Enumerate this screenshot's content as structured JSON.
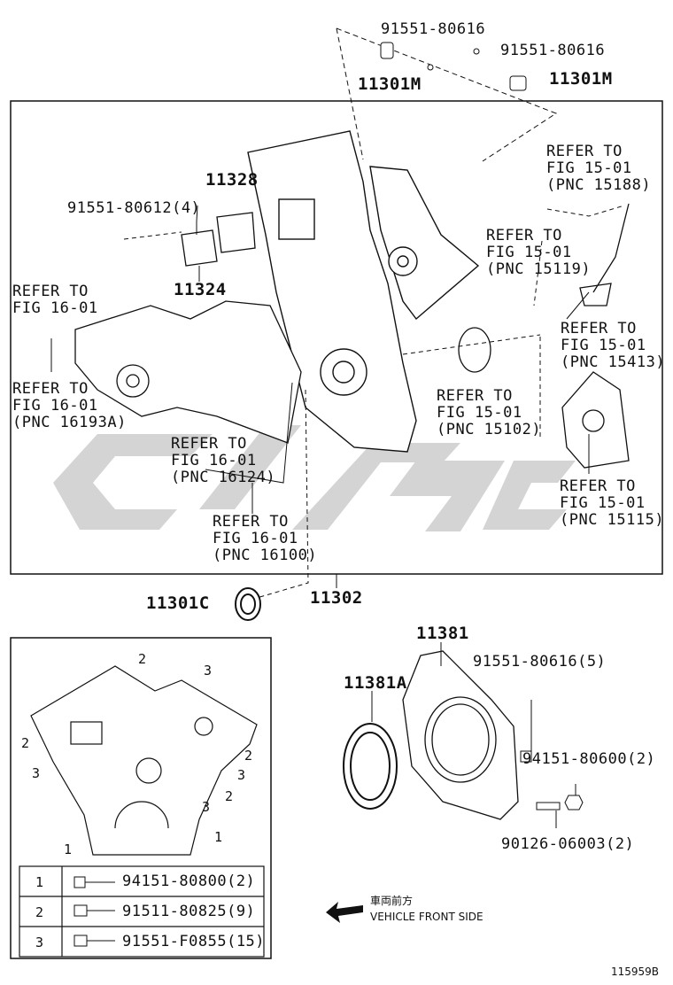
{
  "diagram": {
    "top_parts": {
      "bolt_a": "91551-80616",
      "bolt_b": "91551-80616",
      "sensor_a": "11301M",
      "sensor_b": "11301M"
    },
    "gasket_11328": "11328",
    "bolt_4": "91551-80612(4)",
    "gasket_11324": "11324",
    "refer_1588": [
      "REFER TO",
      "FIG 15-01",
      "(PNC 15188)"
    ],
    "refer_15119": [
      "REFER TO",
      "FIG 15-01",
      "(PNC 15119)"
    ],
    "refer_1601": [
      "REFER TO",
      "FIG 16-01"
    ],
    "refer_16193A": [
      "REFER TO",
      "FIG 16-01",
      "(PNC 16193A)"
    ],
    "refer_15413": [
      "REFER TO",
      "FIG 15-01",
      "(PNC 15413)"
    ],
    "refer_15102": [
      "REFER TO",
      "FIG 15-01",
      "(PNC 15102)"
    ],
    "refer_16124": [
      "REFER TO",
      "FIG 16-01",
      "(PNC 16124)"
    ],
    "refer_16100": [
      "REFER TO",
      "FIG 16-01",
      "(PNC 16100)"
    ],
    "refer_15115": [
      "REFER TO",
      "FIG 15-01",
      "(PNC 15115)"
    ],
    "seal_11301C": "11301C",
    "cover_11302": "11302",
    "rear_11381": "11381",
    "rear_11381A": "11381A",
    "rear_bolt": "91551-80616(5)",
    "rear_nut": "94151-80600(2)",
    "rear_stud": "90126-06003(2)",
    "front_label_jp": "車両前方",
    "front_label_en": "VEHICLE FRONT SIDE",
    "figure_code": "115959B"
  },
  "inset": {
    "callouts": [
      "1",
      "2",
      "3"
    ],
    "legend": [
      {
        "num": "1",
        "part": "94151-80800(2)"
      },
      {
        "num": "2",
        "part": "91511-80825(9)"
      },
      {
        "num": "3",
        "part": "91551-F0855(15)"
      }
    ]
  }
}
